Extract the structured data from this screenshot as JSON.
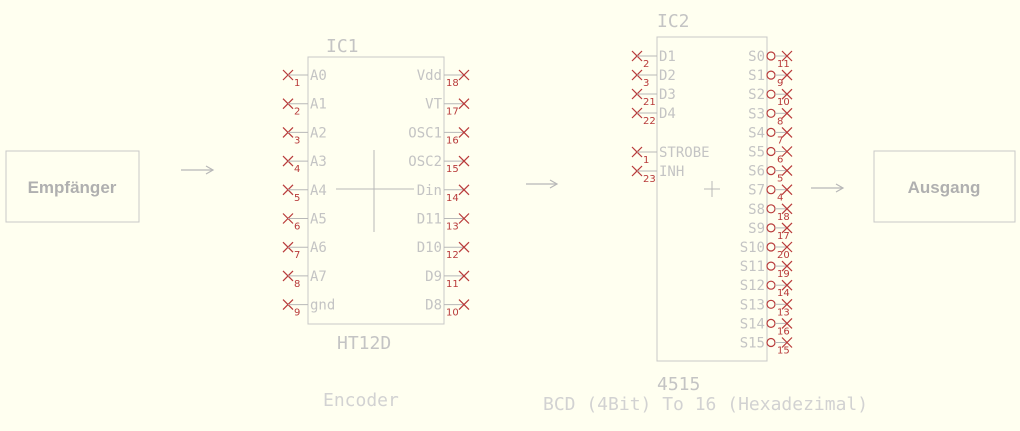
{
  "blocks": {
    "receiver": "Empfänger",
    "output": "Ausgang"
  },
  "ic1": {
    "ref": "IC1",
    "value": "HT12D",
    "caption": "Encoder",
    "left_pins": [
      {
        "num": "1",
        "label": "A0"
      },
      {
        "num": "2",
        "label": "A1"
      },
      {
        "num": "3",
        "label": "A2"
      },
      {
        "num": "4",
        "label": "A3"
      },
      {
        "num": "5",
        "label": "A4"
      },
      {
        "num": "6",
        "label": "A5"
      },
      {
        "num": "7",
        "label": "A6"
      },
      {
        "num": "8",
        "label": "A7"
      },
      {
        "num": "9",
        "label": "gnd"
      }
    ],
    "right_pins": [
      {
        "num": "18",
        "label": "Vdd"
      },
      {
        "num": "17",
        "label": "VT"
      },
      {
        "num": "16",
        "label": "OSC1"
      },
      {
        "num": "15",
        "label": "OSC2"
      },
      {
        "num": "14",
        "label": "Din"
      },
      {
        "num": "13",
        "label": "D11"
      },
      {
        "num": "12",
        "label": "D10"
      },
      {
        "num": "11",
        "label": "D9"
      },
      {
        "num": "10",
        "label": "D8"
      }
    ]
  },
  "ic2": {
    "ref": "IC2",
    "value": "4515",
    "caption": "BCD (4Bit) To 16 (Hexadezimal)",
    "left_pins": [
      {
        "num": "2",
        "label": "D1"
      },
      {
        "num": "3",
        "label": "D2"
      },
      {
        "num": "21",
        "label": "D3"
      },
      {
        "num": "22",
        "label": "D4"
      },
      {
        "num": "1",
        "label": "STROBE"
      },
      {
        "num": "23",
        "label": "INH"
      }
    ],
    "right_pins": [
      {
        "num": "11",
        "label": "S0"
      },
      {
        "num": "9",
        "label": "S1"
      },
      {
        "num": "10",
        "label": "S2"
      },
      {
        "num": "8",
        "label": "S3"
      },
      {
        "num": "7",
        "label": "S4"
      },
      {
        "num": "6",
        "label": "S5"
      },
      {
        "num": "5",
        "label": "S6"
      },
      {
        "num": "4",
        "label": "S7"
      },
      {
        "num": "18",
        "label": "S8"
      },
      {
        "num": "17",
        "label": "S9"
      },
      {
        "num": "20",
        "label": "S10"
      },
      {
        "num": "19",
        "label": "S11"
      },
      {
        "num": "14",
        "label": "S12"
      },
      {
        "num": "13",
        "label": "S13"
      },
      {
        "num": "16",
        "label": "S14"
      },
      {
        "num": "15",
        "label": "S15"
      }
    ]
  }
}
